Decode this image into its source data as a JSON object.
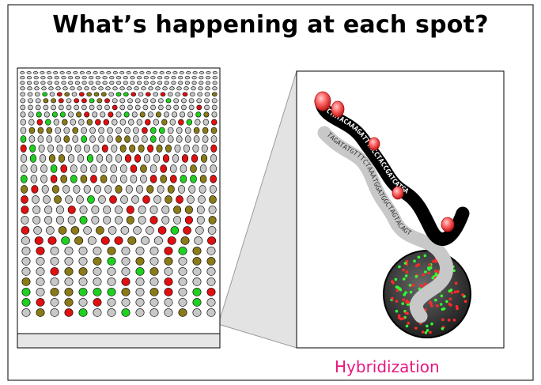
{
  "title": "What’s happening at each spot?",
  "caption": "Hybridization",
  "colors": {
    "caption": "#e8177f",
    "spot_grey": "#c8c8c8",
    "spot_red": "#e01010",
    "spot_green": "#20d020",
    "probe_dark": "#000000",
    "target_light": "#c8c8c8",
    "label_red": "#ff6a6a"
  },
  "strands": {
    "probe_sequence": "ATCTATACAAAGATTTACCTACCGATCATGA",
    "target_sequence": "TAGATATGTTTCTAAATGGATGGCTAGTACAGT"
  }
}
